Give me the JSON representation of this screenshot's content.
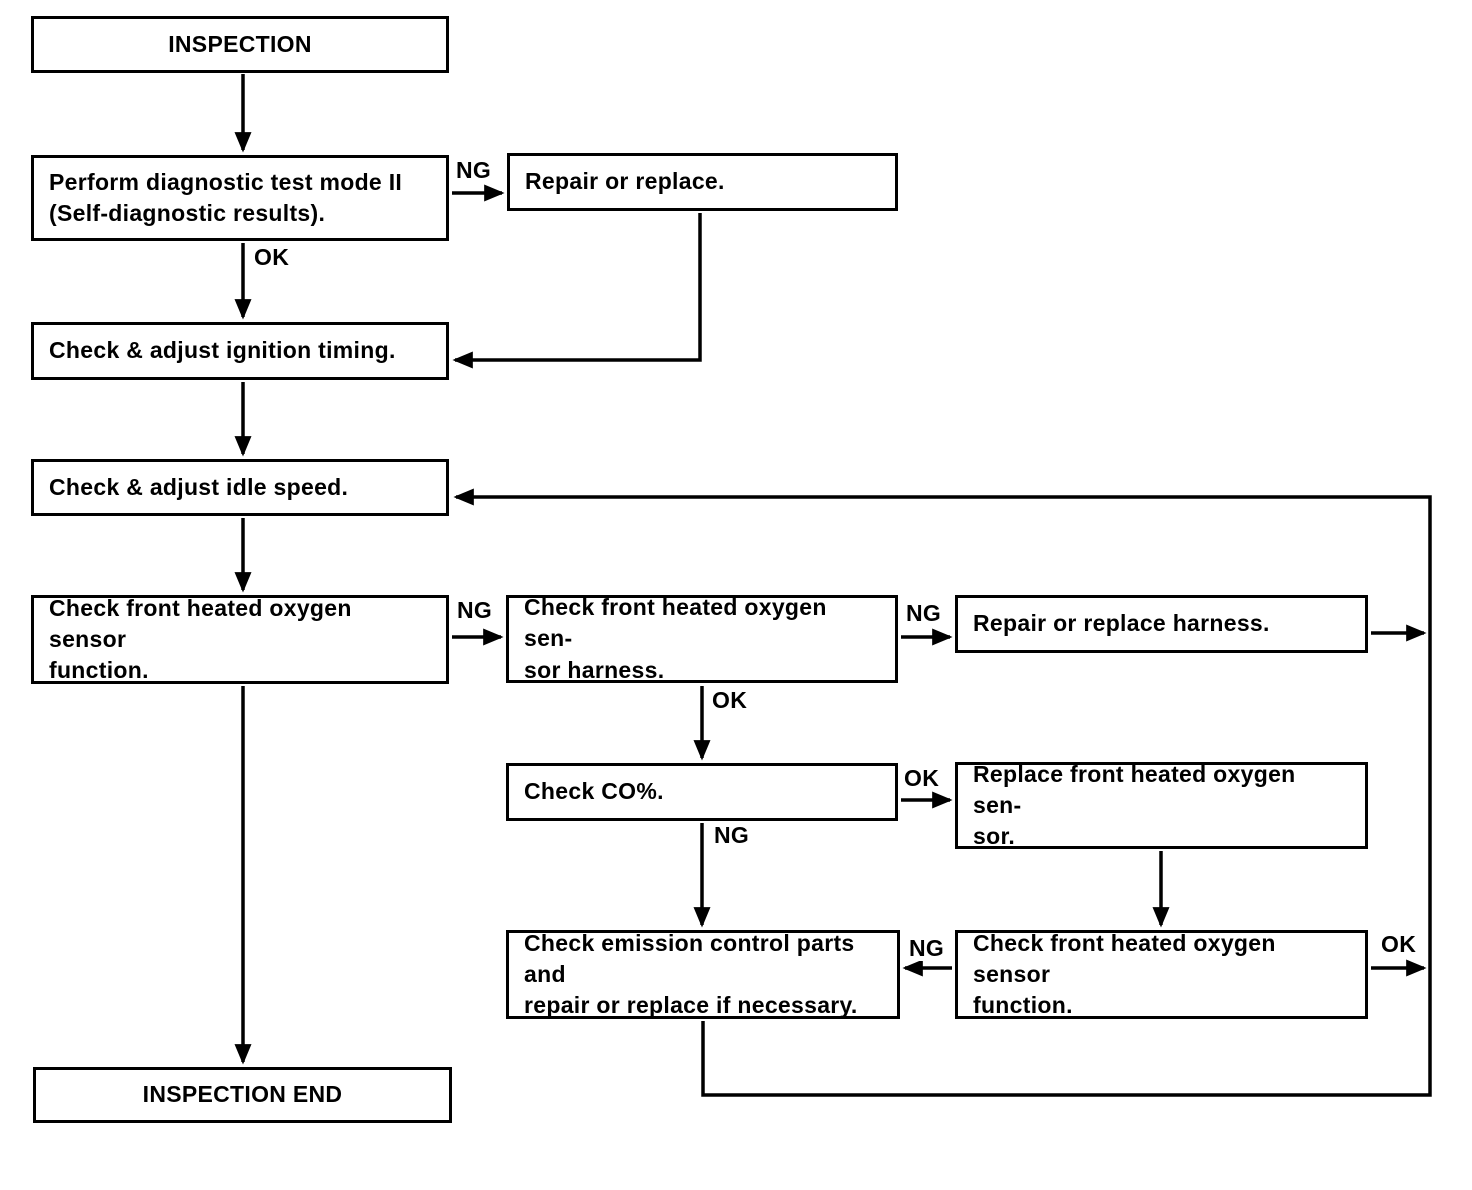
{
  "colors": {
    "ink": "#000000",
    "paper": "#ffffff"
  },
  "diagram": {
    "nodes": [
      {
        "id": "inspection-start",
        "text": "INSPECTION"
      },
      {
        "id": "diagnostic-test",
        "text": "Perform diagnostic test mode II\n(Self-diagnostic results)."
      },
      {
        "id": "repair-or-replace",
        "text": "Repair or replace."
      },
      {
        "id": "ignition-timing",
        "text": "Check & adjust ignition timing."
      },
      {
        "id": "idle-speed",
        "text": "Check & adjust idle speed."
      },
      {
        "id": "o2-sensor-function",
        "text": "Check front heated oxygen sensor\nfunction."
      },
      {
        "id": "o2-sensor-harness",
        "text": "Check front heated oxygen sen-\nsor harness."
      },
      {
        "id": "repair-harness",
        "text": "Repair or replace harness."
      },
      {
        "id": "check-co",
        "text": "Check CO%."
      },
      {
        "id": "replace-o2-sensor",
        "text": "Replace front heated oxygen sen-\nsor."
      },
      {
        "id": "emission-parts",
        "text": "Check emission control parts and\nrepair or replace if necessary."
      },
      {
        "id": "o2-sensor-function-2",
        "text": "Check front heated oxygen sensor\nfunction."
      },
      {
        "id": "inspection-end",
        "text": "INSPECTION END"
      }
    ],
    "edge_labels": [
      "NG",
      "OK",
      "NG",
      "OK",
      "NG",
      "OK",
      "NG",
      "NG",
      "OK"
    ]
  }
}
